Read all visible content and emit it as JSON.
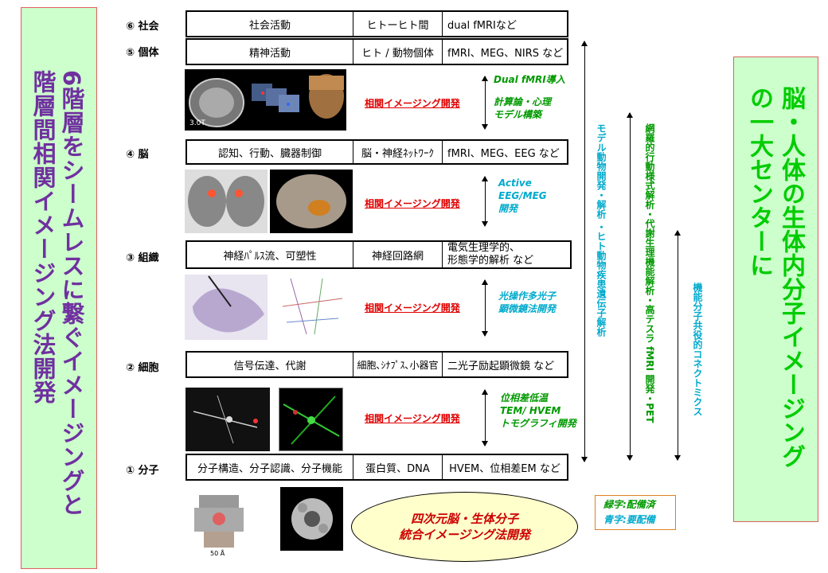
{
  "left_title": [
    "6",
    "階層をシームレスに繋ぐイメージングと",
    "階層間相関イメージング法開発"
  ],
  "right_title": [
    "脳・人体の生体内分子イメージング",
    "の一大センターに"
  ],
  "levels": [
    {
      "label": "⑥ 社会",
      "cells": [
        "社会活動",
        "ヒトーヒト間",
        "dual fMRIなど"
      ]
    },
    {
      "label": "⑤ 個体",
      "cells": [
        "精神活動",
        "ヒト / 動物個体",
        "fMRI、MEG、NIRS など"
      ]
    },
    {
      "label": "④ 脳",
      "cells": [
        "認知、行動、臓器制御",
        "脳・神経ﾈｯﾄﾜｰｸ",
        "fMRI、MEG、EEG など"
      ]
    },
    {
      "label": "③ 組織",
      "cells": [
        "神経ﾊﾟﾙｽ流、可塑性",
        "神経回路網",
        "電気生理学的、",
        "形態学的解析 など"
      ]
    },
    {
      "label": "② 細胞",
      "cells": [
        "信号伝達、代謝",
        "細胞､ｼﾅﾌﾟｽ､小器官",
        "二光子励起顕微鏡 など"
      ]
    },
    {
      "label": "① 分子",
      "cells": [
        "分子構造、分子認識、分子機能",
        "蛋白質、DNA",
        "HVEM、位相差EM など"
      ]
    }
  ],
  "correlation_label": "相関イメージング開発",
  "dev_notes": [
    {
      "lines": [
        "Dual fMRI導入",
        "計算論・心理",
        "モデル構築"
      ],
      "color": "green"
    },
    {
      "lines": [
        "Active",
        "EEG/MEG",
        "開発"
      ],
      "color": "blue"
    },
    {
      "lines": [
        "光操作多光子",
        "顕微鏡法開発"
      ],
      "color": "blue"
    },
    {
      "lines": [
        "位相差低温",
        "TEM/ HVEM",
        "トモグラフィ開発"
      ],
      "color": "green"
    }
  ],
  "image_label": "3.0T",
  "scale_label": "50 Å",
  "vertical_labels": {
    "model": "モデル動物開発・解析 ・ヒト動物疾患遺伝子解析",
    "network": "網羅的行動様式解析・代謝生理機能解析・高テスラ fMRI 開発・PET",
    "connectomics": "機能分子共役的コネクトミクス"
  },
  "ellipse": [
    "四次元脳・生体分子",
    "統合イメージング法開発"
  ],
  "legend": [
    "緑字:配備済",
    "青字:要配備"
  ],
  "colors": {
    "green_text": "#009900",
    "blue_text": "#00aacc",
    "red_text": "#e00000",
    "left_title": "#7030a0",
    "right_title": "#00cc00"
  }
}
